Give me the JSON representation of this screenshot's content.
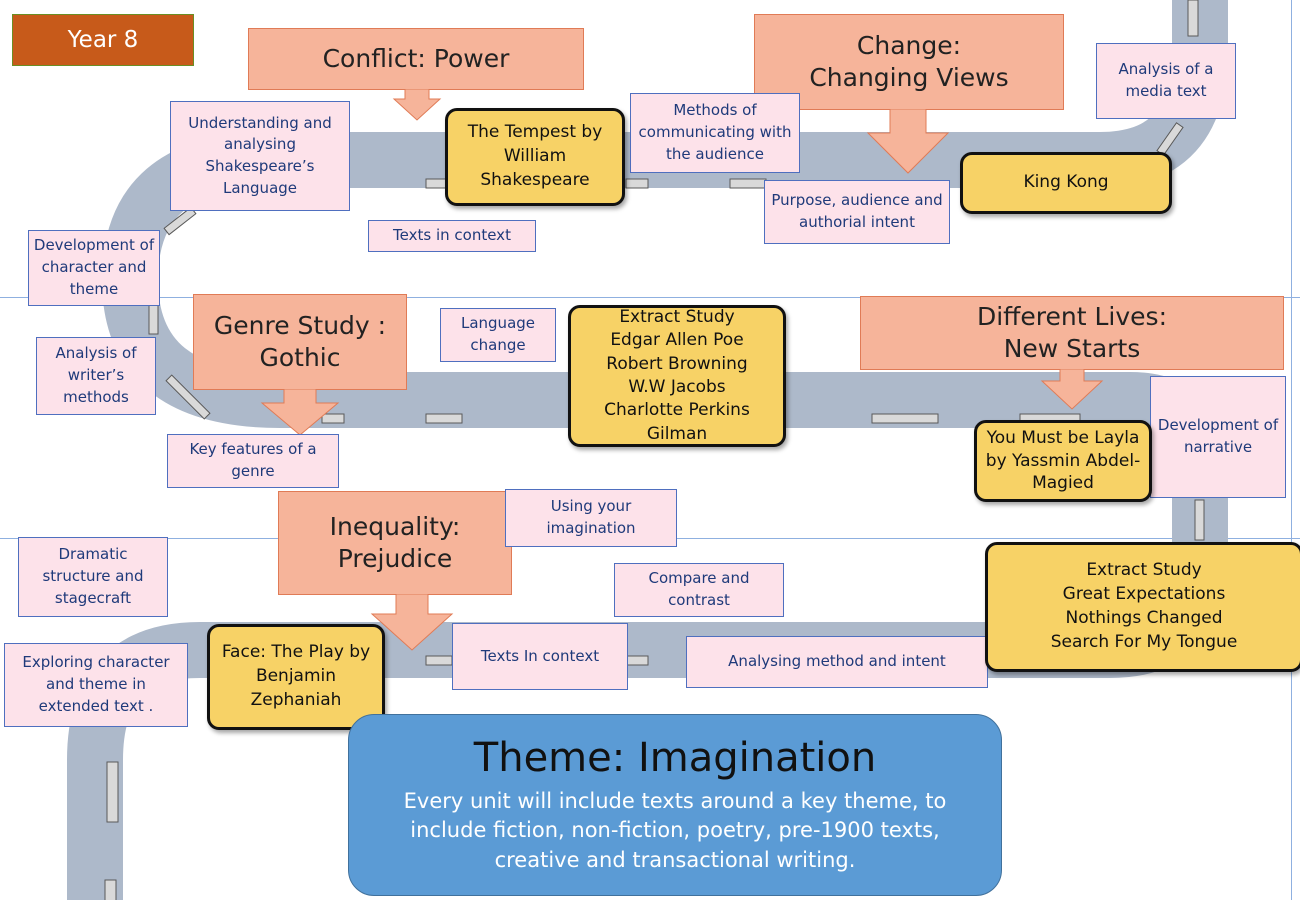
{
  "year_label": "Year 8",
  "units": [
    {
      "title_line1": "Conflict: Power",
      "title_line2": "",
      "text": "The Tempest by William Shakespeare"
    },
    {
      "title_line1": "Change:",
      "title_line2": "Changing Views",
      "text": "King Kong"
    },
    {
      "title_line1": "Genre Study :",
      "title_line2": "Gothic",
      "text_lines": [
        "Extract Study",
        "Edgar Allen Poe",
        "Robert Browning",
        "W.W Jacobs",
        "Charlotte Perkins",
        "Gilman"
      ]
    },
    {
      "title_line1": "Different Lives:",
      "title_line2": "New Starts",
      "text": "You Must be Layla by Yassmin Abdel-Magied"
    },
    {
      "title_line1": "Inequality:",
      "title_line2": "Prejudice",
      "text": "Face: The Play by Benjamin Zephaniah"
    },
    {
      "text_lines": [
        "Extract Study",
        "Great Expectations",
        "Nothings Changed",
        "Search For My Tongue"
      ]
    }
  ],
  "skills": {
    "shakespeare_language": "Understanding and analysing Shakespeare’s Language",
    "methods_communicating": "Methods of communicating with the audience",
    "media_analysis": "Analysis of a media text",
    "purpose_audience": "Purpose, audience and authorial intent",
    "texts_in_context_1": "Texts in context",
    "character_theme_development": "Development of character and theme",
    "language_change": "Language change",
    "writers_methods": "Analysis of writer’s methods",
    "genre_features": "Key features of a genre",
    "narrative_development": "Development of narrative",
    "imagination": "Using your imagination",
    "dramatic_structure": "Dramatic structure and stagecraft",
    "compare_contrast": "Compare and contrast",
    "texts_in_context_2": "Texts In context",
    "method_intent": "Analysing method and intent",
    "extended_text": "Exploring character and theme in extended text ."
  },
  "theme": {
    "title": "Theme: Imagination",
    "description": "Every unit will include texts around a key theme, to include fiction, non-fiction, poetry, pre-1900 texts, creative and transactional writing."
  },
  "colors": {
    "road": "#adb9ca",
    "banner": "#f6b49a",
    "text_box": "#f7d266",
    "skill_box": "#fde2ea",
    "theme_box": "#5b9bd5",
    "year_box": "#c75a1a"
  }
}
